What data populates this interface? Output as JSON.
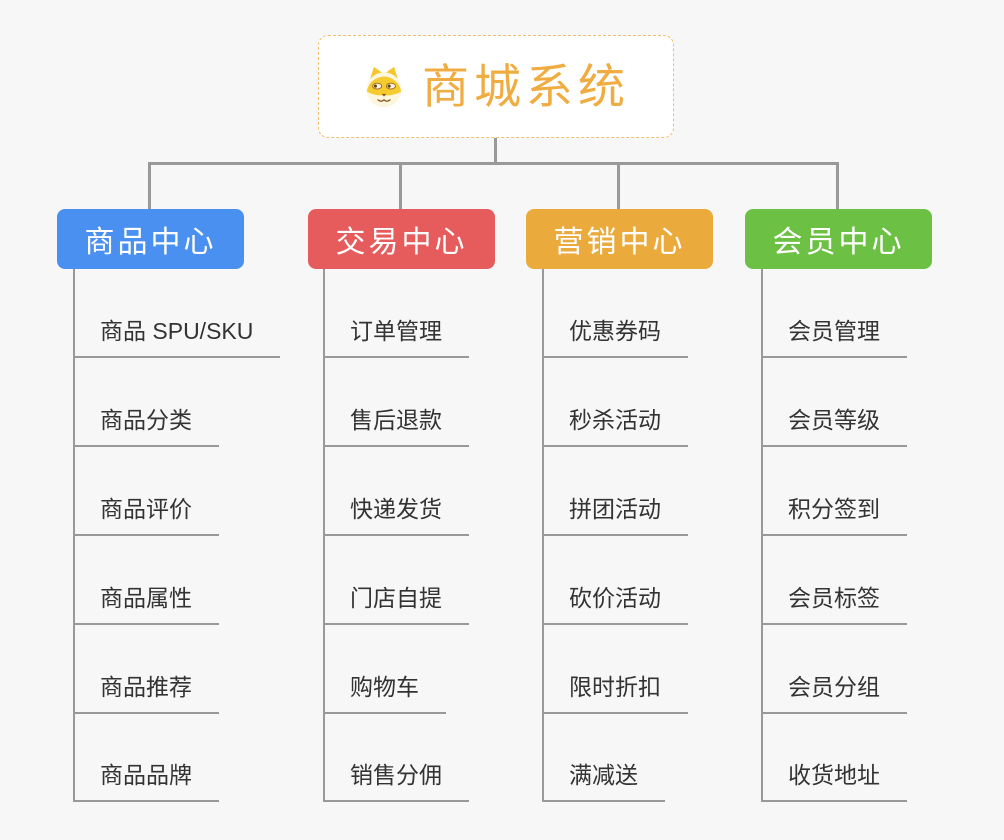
{
  "root": {
    "title": "商城系统",
    "icon": "doge-face-icon",
    "text_color": "#F0AC41",
    "border_color": "#F2BE6B",
    "background": "#FFFFFF"
  },
  "colors": {
    "page_background": "#F7F7F7",
    "connector": "#999999",
    "leaf_text": "#333333",
    "leaf_underline": "#999999"
  },
  "branches": [
    {
      "label": "商品中心",
      "color": "#4A90F0",
      "items": [
        "商品 SPU/SKU",
        "商品分类",
        "商品评价",
        "商品属性",
        "商品推荐",
        "商品品牌"
      ]
    },
    {
      "label": "交易中心",
      "color": "#E65C5C",
      "items": [
        "订单管理",
        "售后退款",
        "快递发货",
        "门店自提",
        "购物车",
        "销售分佣"
      ]
    },
    {
      "label": "营销中心",
      "color": "#EBAB3C",
      "items": [
        "优惠券码",
        "秒杀活动",
        "拼团活动",
        "砍价活动",
        "限时折扣",
        "满减送"
      ]
    },
    {
      "label": "会员中心",
      "color": "#6CC044",
      "items": [
        "会员管理",
        "会员等级",
        "积分签到",
        "会员标签",
        "会员分组",
        "收货地址"
      ]
    }
  ]
}
